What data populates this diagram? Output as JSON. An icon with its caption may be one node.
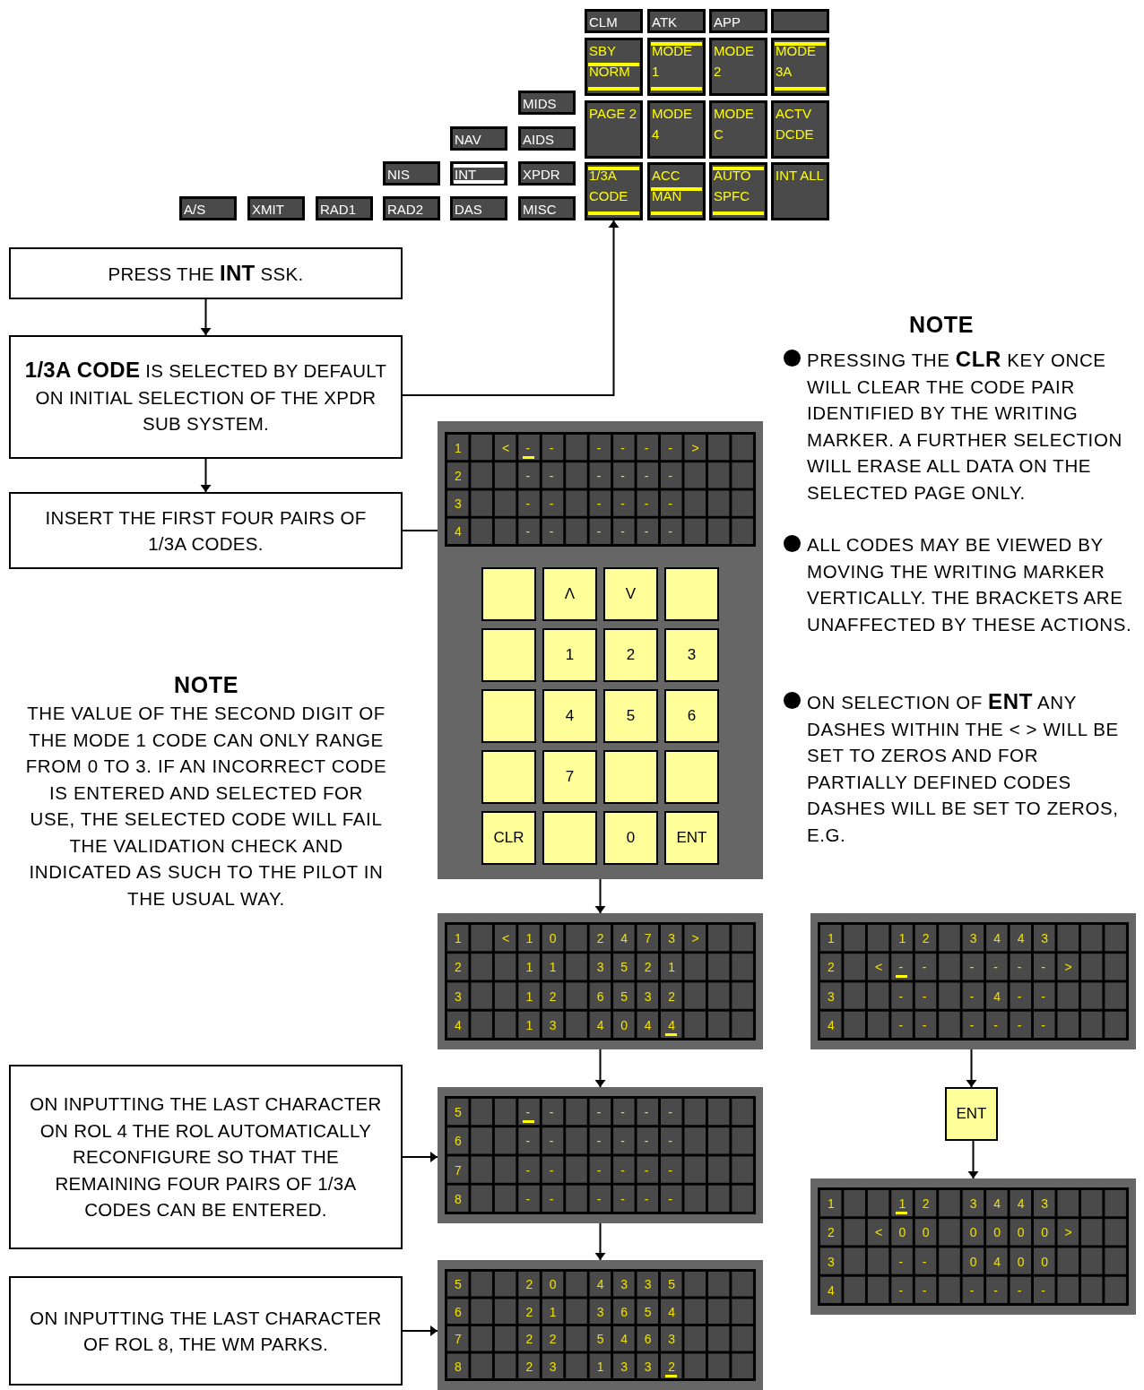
{
  "diagram": {
    "nodes": [
      {
        "text": [
          "CLM"
        ]
      },
      {
        "text": [
          "ATK"
        ]
      },
      {
        "text": [
          "APP"
        ]
      },
      {
        "text": [],
        "shape": "box"
      },
      {
        "text": [
          "SBY NORM"
        ]
      },
      {
        "text": [
          "MODE 1"
        ]
      },
      {
        "text": [
          "MODE 2"
        ]
      },
      {
        "text": [
          "MODE 3A"
        ]
      },
      {
        "text": [
          "MIDS"
        ]
      },
      {
        "text": [
          "PAGE 2"
        ]
      },
      {
        "text": [
          "MODE 4"
        ]
      },
      {
        "text": [
          "MODE C"
        ]
      },
      {
        "text": [
          "ACTV DCDE"
        ]
      },
      {
        "text": [
          "NAV"
        ]
      },
      {
        "text": [
          "AIDS"
        ]
      },
      {
        "text": [
          "NIS"
        ]
      },
      {
        "text": [
          "INT"
        ]
      },
      {
        "text": [
          "XPDR"
        ]
      },
      {
        "text": [
          "1/3A CODE"
        ]
      },
      {
        "text": [
          "ACC MAN"
        ]
      },
      {
        "text": [
          "AUTO SPFC"
        ]
      },
      {
        "text": [
          "INT ALL"
        ]
      },
      {
        "text": [
          "A/S"
        ]
      },
      {
        "text": [
          "XMIT"
        ]
      },
      {
        "text": [
          "RAD1"
        ]
      },
      {
        "text": [
          "RAD2"
        ]
      },
      {
        "text": [
          "DAS"
        ]
      },
      {
        "text": [
          "MISC"
        ]
      },
      {
        "text": [
          "PRESS THE **INT** SSK."
        ]
      },
      {
        "text": [
          "**1/3A CODE** IS SELECTED BY DEFAULT ON INITIAL SELECTION OF THE XPDR SUB SYSTEM."
        ]
      },
      {
        "text": [
          "INSERT THE FIRST FOUR PAIRS OF 1/3A CODES."
        ]
      },
      {
        "text": [],
        "shape": "box"
      },
      {
        "text": [
          "1",
          "<",
          "-",
          "-",
          "-",
          "-",
          "-",
          "-",
          ">",
          "2",
          "-",
          "-",
          "-",
          "-",
          "-",
          "-",
          "3",
          "-",
          "-",
          "-",
          "-",
          "-",
          "-",
          "4",
          "-",
          "-",
          "-",
          "-",
          "-",
          "-"
        ],
        "in": 31
      },
      {
        "text": [],
        "shape": "box",
        "in": 31
      },
      {
        "text": [
          "Λ"
        ],
        "in": 31
      },
      {
        "text": [
          "V"
        ],
        "in": 31
      },
      {
        "text": [],
        "shape": "box",
        "in": 31
      },
      {
        "text": [],
        "shape": "box",
        "in": 31
      },
      {
        "text": [
          "1"
        ],
        "in": 31
      },
      {
        "text": [
          "2"
        ],
        "in": 31
      },
      {
        "text": [
          "3"
        ],
        "in": 31
      },
      {
        "text": [],
        "shape": "box",
        "in": 31
      },
      {
        "text": [
          "4"
        ],
        "in": 31
      },
      {
        "text": [
          "5"
        ],
        "in": 31
      },
      {
        "text": [
          "6"
        ],
        "in": 31
      },
      {
        "text": [],
        "shape": "box",
        "in": 31
      },
      {
        "text": [
          "7"
        ],
        "in": 31
      },
      {
        "text": [],
        "shape": "box",
        "in": 31
      },
      {
        "text": [],
        "shape": "box",
        "in": 31
      },
      {
        "text": [
          "CLR"
        ],
        "in": 31
      },
      {
        "text": [],
        "shape": "box",
        "in": 31
      },
      {
        "text": [
          "0"
        ],
        "in": 31
      },
      {
        "text": [
          "ENT"
        ],
        "in": 31
      },
      {
        "text": [
          "1",
          "<",
          "1",
          "0",
          "2",
          "4",
          "7",
          "3",
          ">",
          "2",
          "1",
          "1",
          "3",
          "5",
          "2",
          "1",
          "3",
          "1",
          "2",
          "6",
          "5",
          "3",
          "2",
          "4",
          "1",
          "3",
          "4",
          "0",
          "4",
          "4"
        ]
      },
      {
        "text": [
          "1",
          "1",
          "2",
          "3",
          "4",
          "4",
          "3",
          "2",
          "<",
          "-",
          "-",
          "-",
          "-",
          "-",
          "-",
          ">",
          "3",
          "-",
          "-",
          "-",
          "4",
          "-",
          "-",
          "4",
          "-",
          "-",
          "-",
          "-",
          "-",
          "-"
        ]
      },
      {
        "text": [
          "ON INPUTTING THE LAST CHARACTER ON ROL 4 THE ROL AUTOMATICALLY RECONFIGURE SO THAT THE REMAINING FOUR PAIRS OF 1/3A CODES CAN BE ENTERED."
        ]
      },
      {
        "text": [
          "5",
          "-",
          "-",
          "-",
          "-",
          "-",
          "-",
          "6",
          "-",
          "-",
          "-",
          "-",
          "-",
          "-",
          "7",
          "-",
          "-",
          "-",
          "-",
          "-",
          "-",
          "8",
          "-",
          "-",
          "-",
          "-",
          "-",
          "-"
        ]
      },
      {
        "text": [
          "ENT"
        ]
      },
      {
        "text": [
          "1",
          "1",
          "2",
          "3",
          "4",
          "4",
          "3",
          "2",
          "<",
          "0",
          "0",
          "0",
          "0",
          "0",
          "0",
          ">",
          "3",
          "-",
          "-",
          "0",
          "4",
          "0",
          "0",
          "4",
          "-",
          "-",
          "-",
          "-",
          "-",
          "-"
        ]
      },
      {
        "text": [
          "5",
          "2",
          "0",
          "4",
          "3",
          "3",
          "5",
          "6",
          "2",
          "1",
          "3",
          "6",
          "5",
          "4",
          "7",
          "2",
          "2",
          "5",
          "4",
          "6",
          "3",
          "8",
          "2",
          "3",
          "1",
          "3",
          "3",
          "2"
        ]
      },
      {
        "text": [
          "ON INPUTTING THE LAST CHARACTER OF ROL 8, THE WM PARKS."
        ]
      }
    ],
    "edges": [
      {
        "from": 28,
        "to": 29,
        "arrow": "to"
      },
      {
        "from": 29,
        "to": 30,
        "arrow": "to"
      },
      {
        "from": 29,
        "to": 18,
        "arrow": "to"
      },
      {
        "from": 30,
        "to": 32,
        "arrow": "to"
      },
      {
        "from": 31,
        "to": 53,
        "arrow": "to"
      },
      {
        "from": 53,
        "to": 56,
        "arrow": "to"
      },
      {
        "from": 55,
        "to": 56,
        "arrow": "to"
      },
      {
        "from": 56,
        "to": 59,
        "arrow": "to"
      },
      {
        "from": 60,
        "to": 59,
        "arrow": "to"
      },
      {
        "from": 54,
        "to": 57,
        "arrow": "to"
      },
      {
        "from": 57,
        "to": 58,
        "arrow": "to"
      }
    ],
    "labels": [
      "NOTE",
      "PRESSING THE **CLR** KEY ONCE WILL CLEAR THE CODE PAIR IDENTIFIED BY THE WRITING MARKER. A FURTHER SELECTION WILL ERASE ALL DATA ON THE SELECTED PAGE ONLY.",
      "ALL CODES MAY BE VIEWED BY MOVING THE WRITING MARKER VERTICALLY. THE BRACKETS ARE UNAFFECTED BY THESE ACTIONS.",
      "ON SELECTION OF **ENT** ANY DASHES WITHIN THE < > WILL BE SET TO ZEROS AND FOR PARTIALLY DEFINED CODES DASHES WILL BE SET TO ZEROS, E.G.",
      "NOTE",
      "THE VALUE OF THE SECOND DIGIT OF THE MODE 1 CODE CAN ONLY RANGE FROM 0 TO 3. IF AN INCORRECT CODE IS ENTERED AND SELECTED FOR USE, THE SELECTED CODE WILL FAIL THE VALIDATION CHECK AND INDICATED AS SUCH TO THE PILOT IN THE USUAL WAY."
    ]
  }
}
